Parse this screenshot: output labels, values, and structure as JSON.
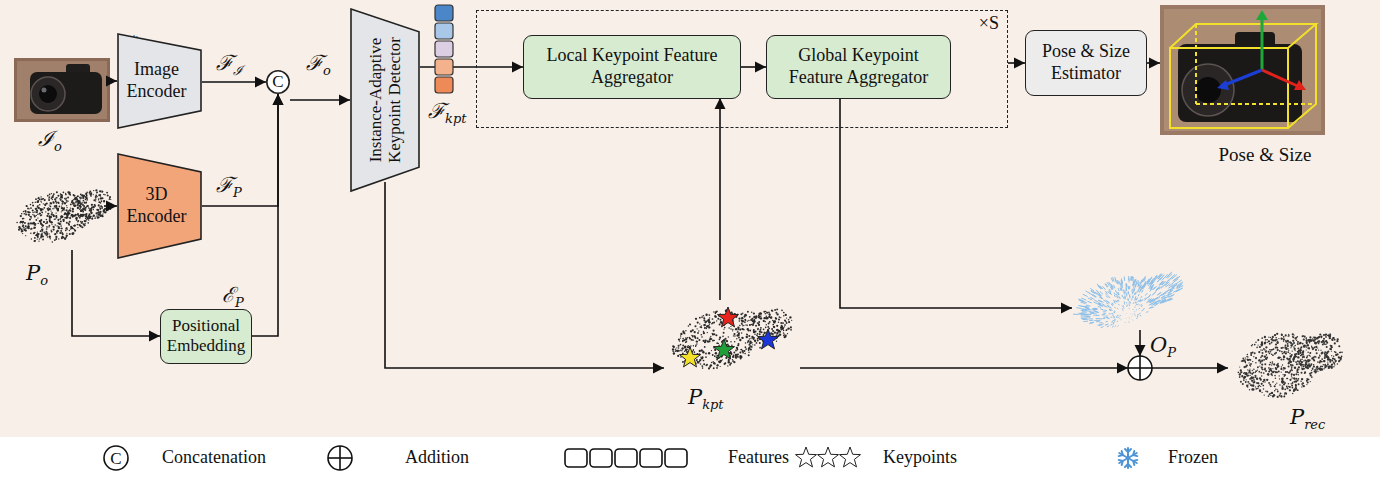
{
  "diagram": {
    "nodes": [
      {
        "text": [
          "Image Encoder"
        ]
      },
      {
        "text": [
          "C"
        ]
      },
      {
        "text": [
          "3D Encoder"
        ]
      },
      {
        "text": [
          "Positional Embedding"
        ]
      },
      {
        "text": [
          "Instance-Adaptive Keypoint Detector"
        ]
      },
      {
        "text": [
          "×S"
        ]
      },
      {
        "text": [
          "Local Keypoint Feature Aggregator"
        ],
        "in": 5
      },
      {
        "text": [
          "Global Keypoint Feature Aggregator"
        ],
        "in": 5
      },
      {
        "text": [
          "Pose & Size Estimator"
        ]
      }
    ],
    "edges": [
      {
        "from": 0,
        "to": 1,
        "arrow": "to"
      },
      {
        "from": 2,
        "to": 1,
        "arrow": "to"
      },
      {
        "from": 3,
        "to": 1,
        "arrow": "to"
      },
      {
        "from": 1,
        "to": 4,
        "arrow": "to"
      },
      {
        "from": 4,
        "to": 6,
        "arrow": "to"
      },
      {
        "from": 6,
        "to": 7,
        "arrow": "to"
      },
      {
        "from": 5,
        "to": 8,
        "arrow": "to"
      }
    ],
    "labels": [
      "ℐo",
      "ℱℐ",
      "ℱo",
      "Po",
      "ℱP",
      "ℰP",
      "ℱkpt",
      "Pkpt",
      "OP",
      "Prec",
      "Pose & Size",
      "C"
    ],
    "legend": [
      {
        "text": "Concatenation"
      },
      {
        "text": "Addition"
      },
      {
        "text": "Features"
      },
      {
        "text": "Keypoints"
      },
      {
        "text": "Frozen"
      }
    ]
  }
}
